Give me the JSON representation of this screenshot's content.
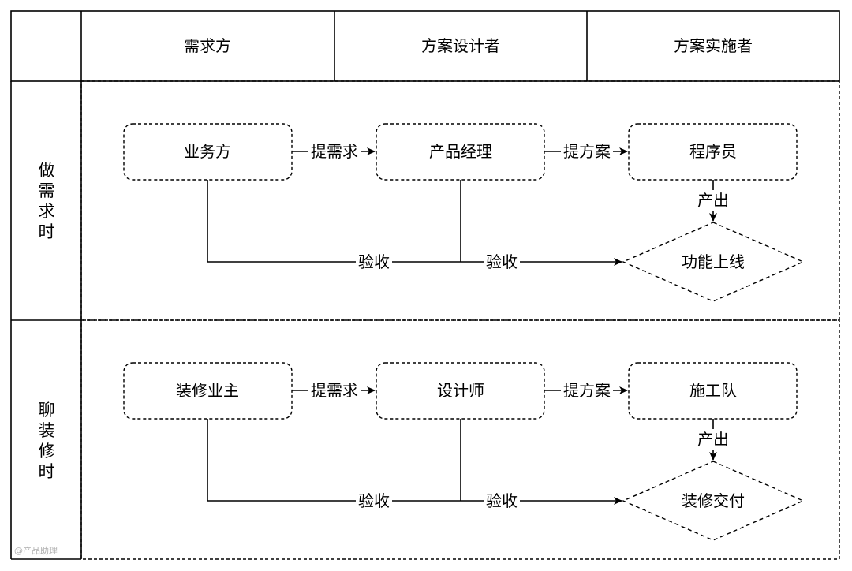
{
  "columns": [
    "需求方",
    "方案设计者",
    "方案实施者"
  ],
  "rows": [
    {
      "header": "做需求时",
      "nodes": [
        "业务方",
        "产品经理",
        "程序员"
      ],
      "outcome": "功能上线",
      "edges": {
        "req": "提需求",
        "plan": "提方案",
        "produce": "产出",
        "accept_left": "验收",
        "accept_right": "验收"
      }
    },
    {
      "header": "聊装修时",
      "nodes": [
        "装修业主",
        "设计师",
        "施工队"
      ],
      "outcome": "装修交付",
      "edges": {
        "req": "提需求",
        "plan": "提方案",
        "produce": "产出",
        "accept_left": "验收",
        "accept_right": "验收"
      }
    }
  ],
  "watermark": "@产品助理"
}
